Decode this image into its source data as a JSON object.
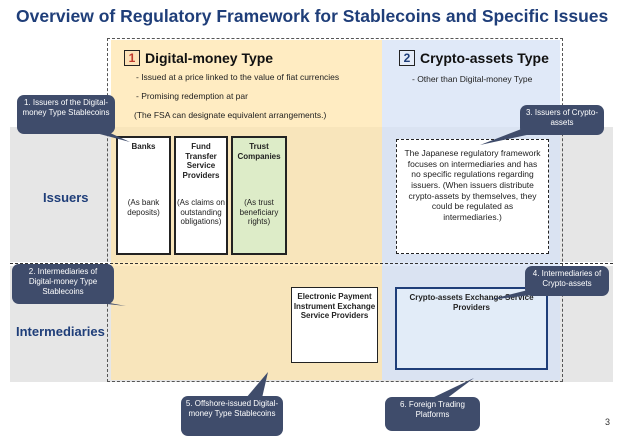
{
  "title": "Overview of Regulatory Framework for Stablecoins and Specific Issues",
  "page_number": "3",
  "rows": {
    "issuers": "Issuers",
    "intermediaries": "Intermediaries"
  },
  "digital_money": {
    "number": "1",
    "title": "Digital-money Type",
    "desc_lines": [
      "- Issued at a price linked to the value of fiat currencies",
      "- Promising redemption at par",
      "(The FSA can designate equivalent arrangements.)"
    ],
    "columns": [
      {
        "head": "Banks",
        "note": "(As bank deposits)"
      },
      {
        "head": "Fund Transfer Service Providers",
        "note": "(As claims on outstanding obligations)"
      },
      {
        "head": "Trust Companies",
        "note": "(As trust beneficiary rights)"
      }
    ],
    "intermediary_box": "Electronic Payment Instrument Exchange Service Providers"
  },
  "crypto_assets": {
    "number": "2",
    "title": "Crypto-assets Type",
    "desc": "- Other than Digital-money Type",
    "issuer_note": "The Japanese regulatory framework focuses on intermediaries and has no specific regulations regarding issuers. (When issuers distribute crypto-assets by themselves, they could be regulated as intermediaries.)",
    "intermediary_box": "Crypto-assets Exchange Service Providers"
  },
  "callouts": [
    "1. Issuers of the Digital-money Type Stablecoins",
    "2. Intermediaries of Digital-money Type Stablecoins",
    "3. Issuers of Crypto-assets",
    "4. Intermediaries of Crypto-assets",
    "5. Offshore-issued Digital-money Type Stablecoins",
    "6. Foreign Trading Platforms"
  ],
  "colors": {
    "title": "#1f3e79",
    "digital_money_panel": "#ffe4a8",
    "crypto_panel": "#d6e2f5",
    "row_band": "#e6e6e6",
    "trust_box": "#ddecc8",
    "callout": "#3f4c6b",
    "number_red": "#c0392b"
  }
}
